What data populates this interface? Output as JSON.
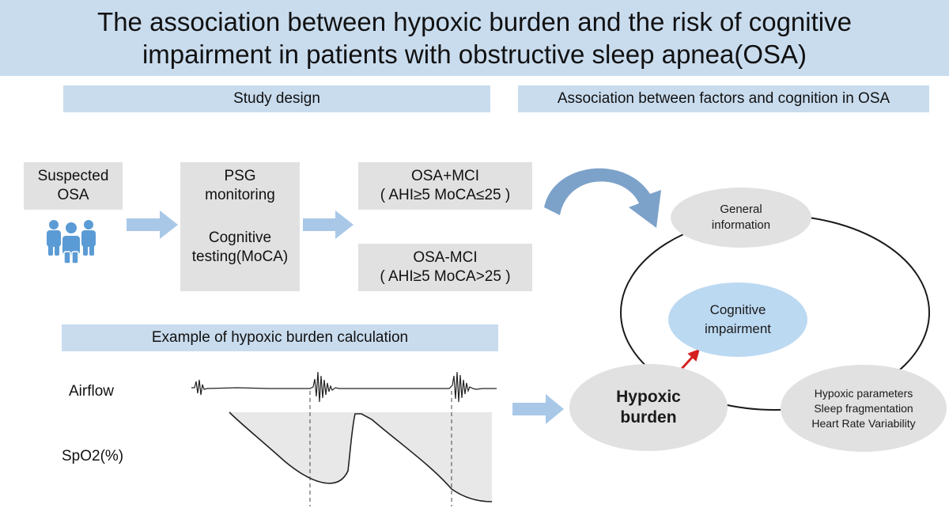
{
  "title": {
    "line1": "The association between hypoxic burden and the risk of cognitive",
    "line2": "impairment in patients with obstructive sleep apnea(OSA)"
  },
  "sections": {
    "study_design": "Study design",
    "association": "Association between factors and cognition in OSA",
    "example": "Example of hypoxic burden calculation"
  },
  "study": {
    "suspected": [
      "Suspected",
      "OSA"
    ],
    "psg": [
      "PSG",
      "monitoring"
    ],
    "cognitive": [
      "Cognitive",
      "testing(MoCA)"
    ],
    "group1": [
      "OSA+MCI",
      "( AHI≥5 MoCA≤25 )"
    ],
    "group2": [
      "OSA-MCI",
      "( AHI≥5 MoCA>25 )"
    ]
  },
  "signals": {
    "airflow": "Airflow",
    "spo2": "SpO2(%)"
  },
  "association": {
    "general": [
      "General",
      "information"
    ],
    "cognitive": [
      "Cognitive",
      "impairment"
    ],
    "hypoxic_burden": [
      "Hypoxic",
      "burden"
    ],
    "factors": [
      "Hypoxic parameters",
      "Sleep fragmentation",
      "Heart Rate Variability"
    ]
  },
  "colors": {
    "banner": "#c9dcee",
    "box": "#e1e1e1",
    "arrow": "#a9c8e8",
    "curved_arrow": "#6f98c4",
    "cognitive_fill": "#bcd9f2",
    "red_arrow": "#d62020",
    "people_icon": "#5b9bd5"
  }
}
